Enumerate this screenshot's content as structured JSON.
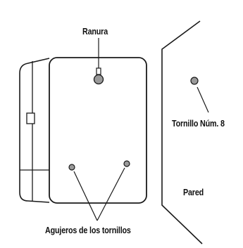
{
  "labels": {
    "slot": "Ranura",
    "screw": "Tornillo Núm. 8",
    "wall": "Pared",
    "screw_holes": "Agujeros de los tornillos"
  },
  "colors": {
    "outline": "#1a1a1a",
    "hole_fill": "#9a9a9a",
    "background": "#ffffff"
  }
}
